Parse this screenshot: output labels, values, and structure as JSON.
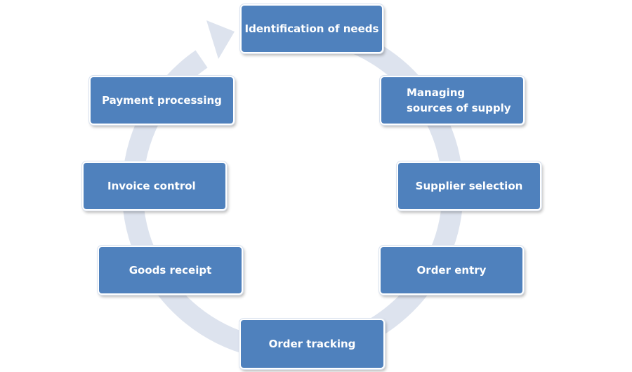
{
  "diagram": {
    "arrow_color": "#dde3ee",
    "box_color": "#4f81bd",
    "steps": [
      "Identification of needs",
      "Managing\nsources of supply",
      "Supplier selection",
      "Order entry",
      "Order tracking",
      "Goods receipt",
      "Invoice control",
      "Payment processing"
    ]
  }
}
